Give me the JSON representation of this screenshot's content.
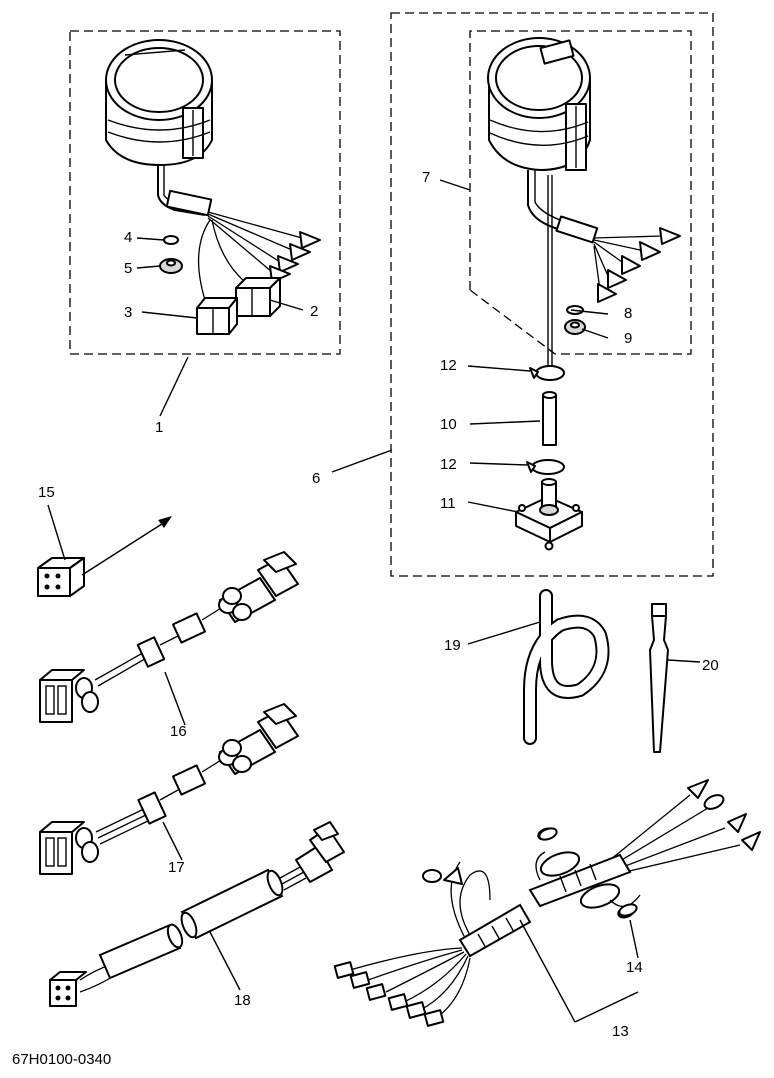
{
  "callouts": {
    "c1": "1",
    "c2": "2",
    "c3": "3",
    "c4": "4",
    "c5": "5",
    "c6": "6",
    "c7": "7",
    "c8": "8",
    "c9": "9",
    "c10": "10",
    "c11": "11",
    "c12a": "12",
    "c12b": "12",
    "c13": "13",
    "c14": "14",
    "c15": "15",
    "c16": "16",
    "c17": "17",
    "c18": "18",
    "c19": "19",
    "c20": "20"
  },
  "diagram_code": "67H0100-0340"
}
